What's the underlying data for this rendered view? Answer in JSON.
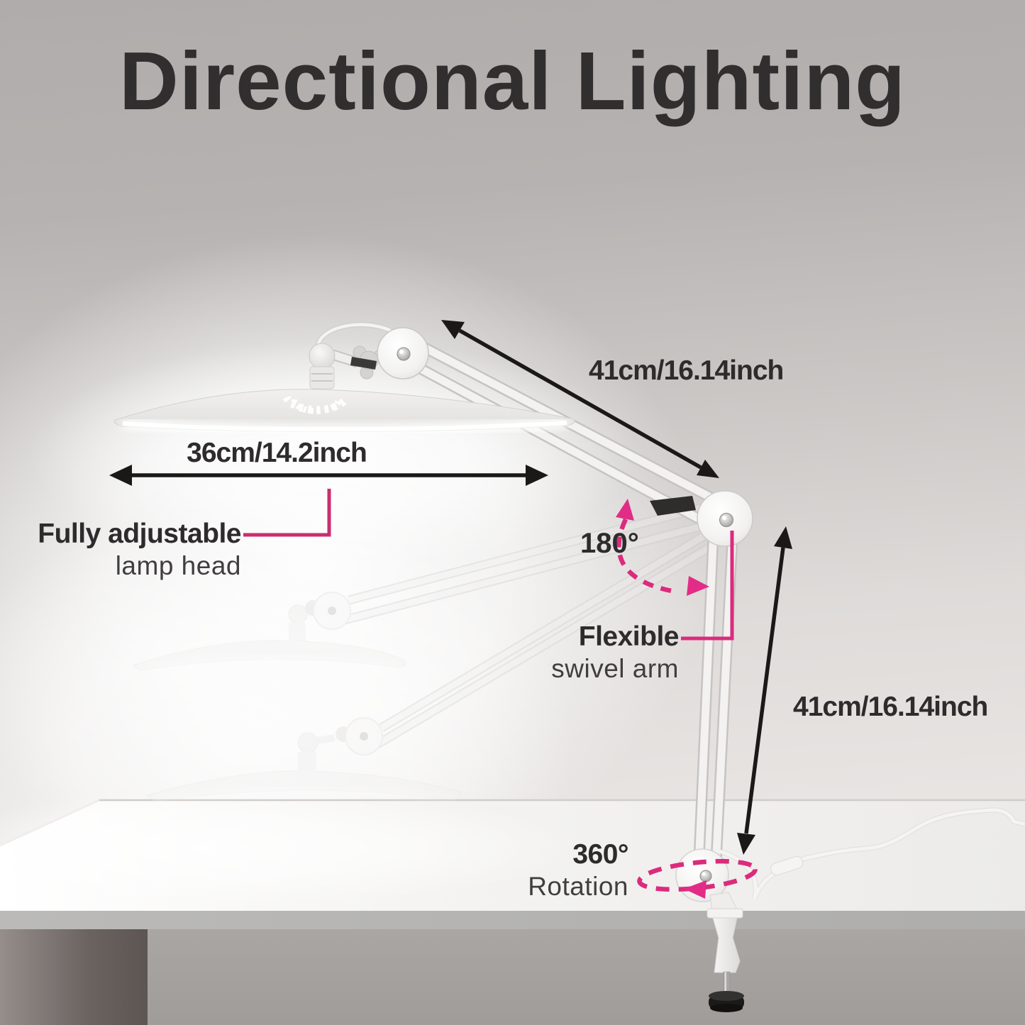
{
  "title": "Directional Lighting",
  "colors": {
    "accent_pink": "#db2b7c",
    "accent_pink_bright": "#e22c86",
    "arrow_black": "#1b1918",
    "heading_text": "#312e2f"
  },
  "annotations": {
    "upper_arm_length": "41cm/16.14inch",
    "head_width": "36cm/14.2inch",
    "head_feature_bold": "Fully adjustable",
    "head_feature_light": "lamp head",
    "swivel_angle": "180°",
    "arm_feature_bold": "Flexible",
    "arm_feature_light": "swivel arm",
    "lower_arm_length": "41cm/16.14inch",
    "rotation_angle": "360°",
    "rotation_light": "Rotation"
  }
}
